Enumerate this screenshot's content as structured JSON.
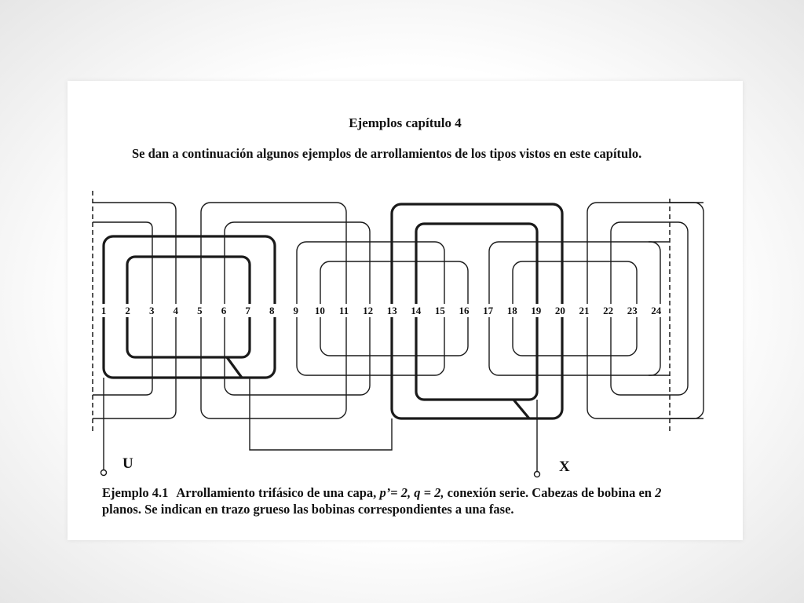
{
  "heading": "Ejemplos capítulo 4",
  "intro": "Se dan a continuación algunos ejemplos de arrollamientos de los tipos vistos en este capítulo.",
  "diagram": {
    "slot_labels": [
      "1",
      "2",
      "3",
      "4",
      "5",
      "6",
      "7",
      "8",
      "9",
      "10",
      "11",
      "12",
      "13",
      "14",
      "15",
      "16",
      "17",
      "18",
      "19",
      "20",
      "21",
      "22",
      "23",
      "24"
    ],
    "terminal_start": "U",
    "terminal_end": "X"
  },
  "caption": {
    "label": "Ejemplo 4.1",
    "part1": "Arrollamiento trifásico de una capa,",
    "p": "p’= 2,",
    "q": "q = 2,",
    "part2": "conexión serie. Cabezas de bobina en",
    "planes": "2",
    "part3": "planos. Se indican en trazo grueso las bobinas correspondientes a una fase."
  }
}
